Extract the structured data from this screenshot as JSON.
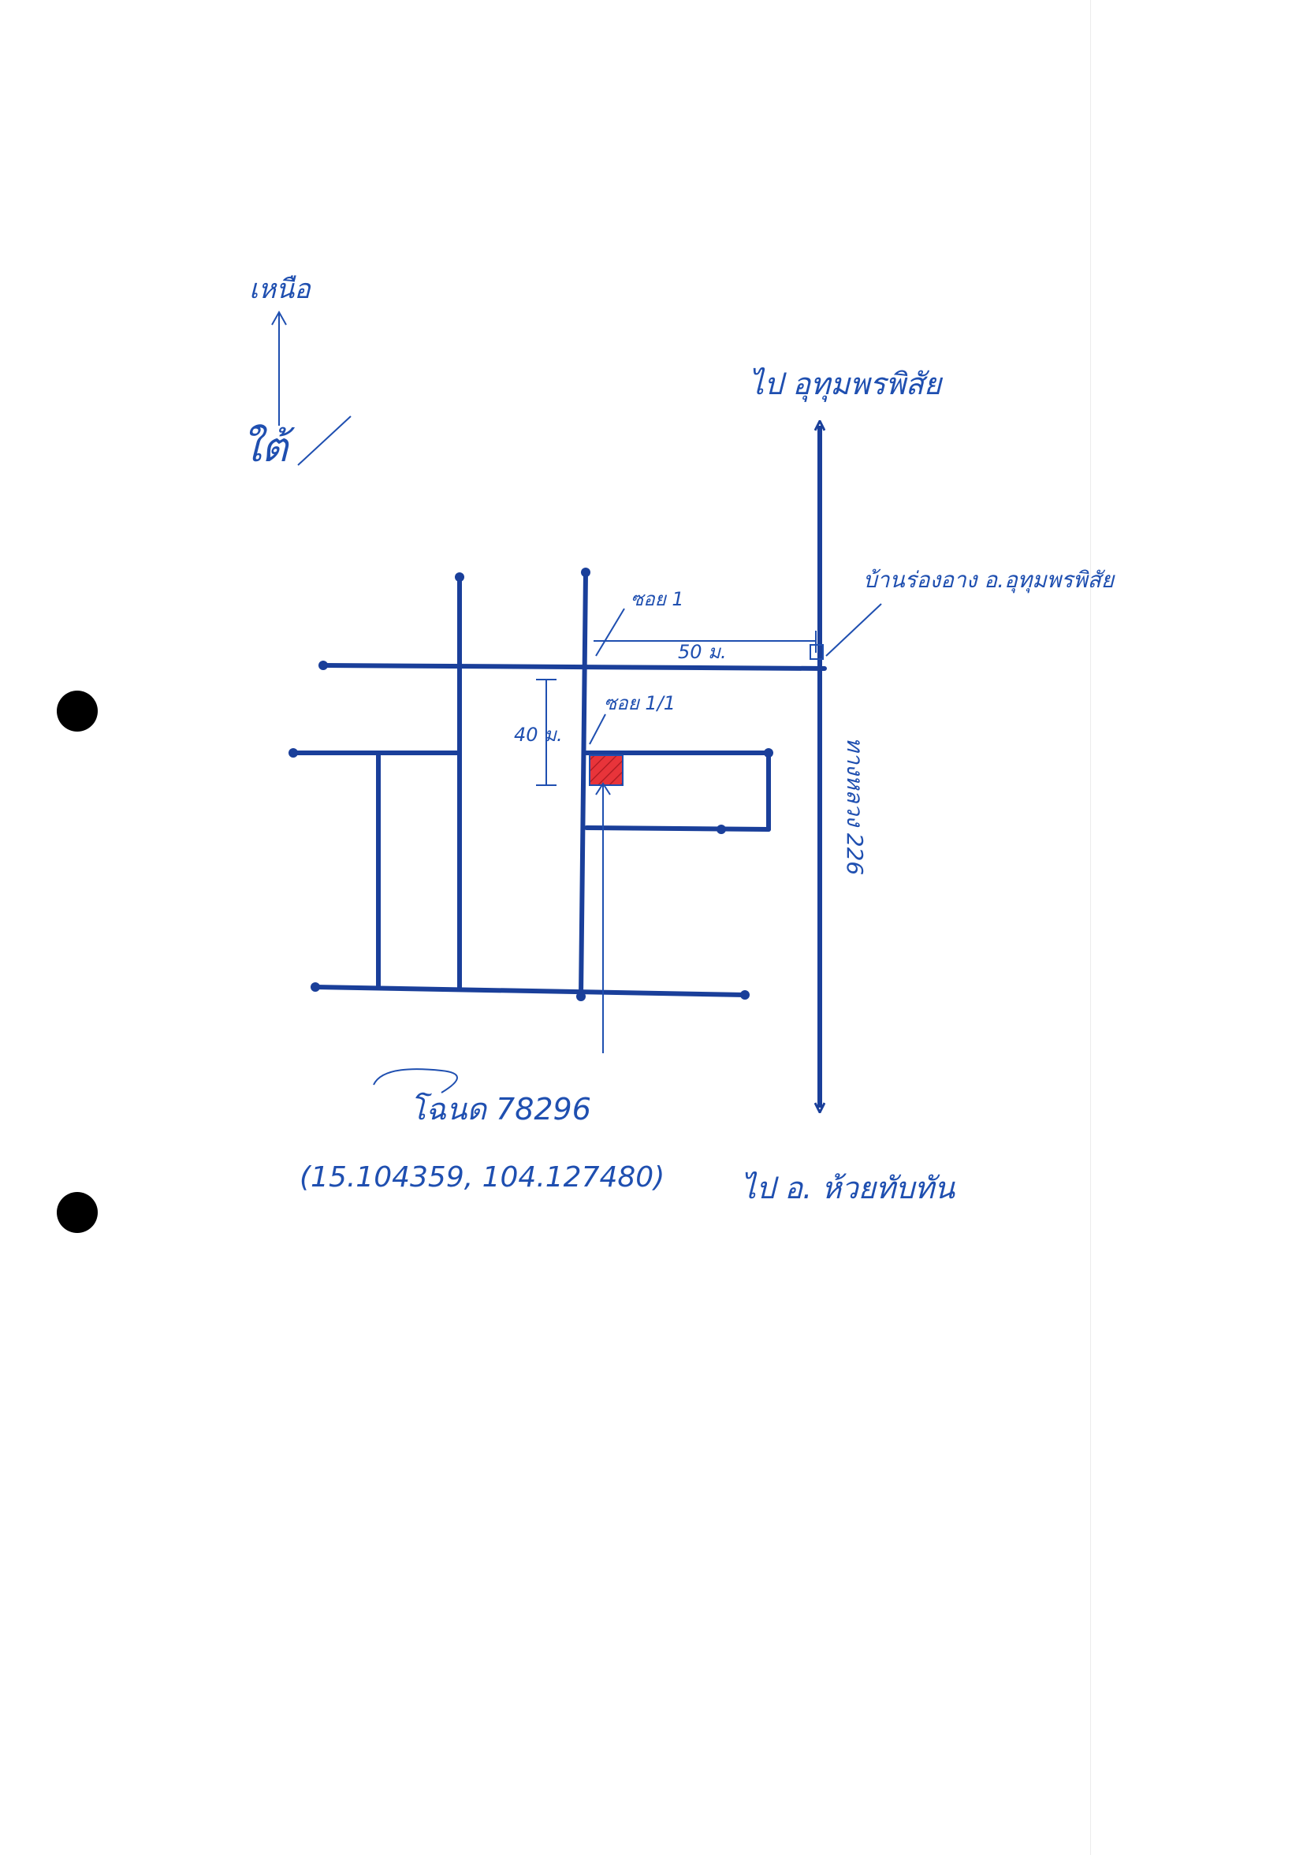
{
  "compass": {
    "north_label": "เหนือ",
    "south_label": "ใต้"
  },
  "directions": {
    "top": "ไป อุทุมพรพิสัย",
    "bottom": "ไป อ. ห้วยทับทัน"
  },
  "landmarks": {
    "school": "บ้านร่องอาง อ.อุทุมพรพิสัย",
    "road_name": "ทางหลวง 226"
  },
  "lanes": {
    "lane_1": "ซอย 1",
    "lane_1_1": "ซอย 1/1"
  },
  "distances": {
    "horizontal": "50 ม.",
    "vertical": "40 ม."
  },
  "caption": {
    "plot_number": "โฉนด 78296",
    "coordinates": "(15.104359, 104.127480)"
  },
  "colors": {
    "ink": "#1f4fb0",
    "road": "#1a3f9a",
    "site": "#e8343a"
  }
}
